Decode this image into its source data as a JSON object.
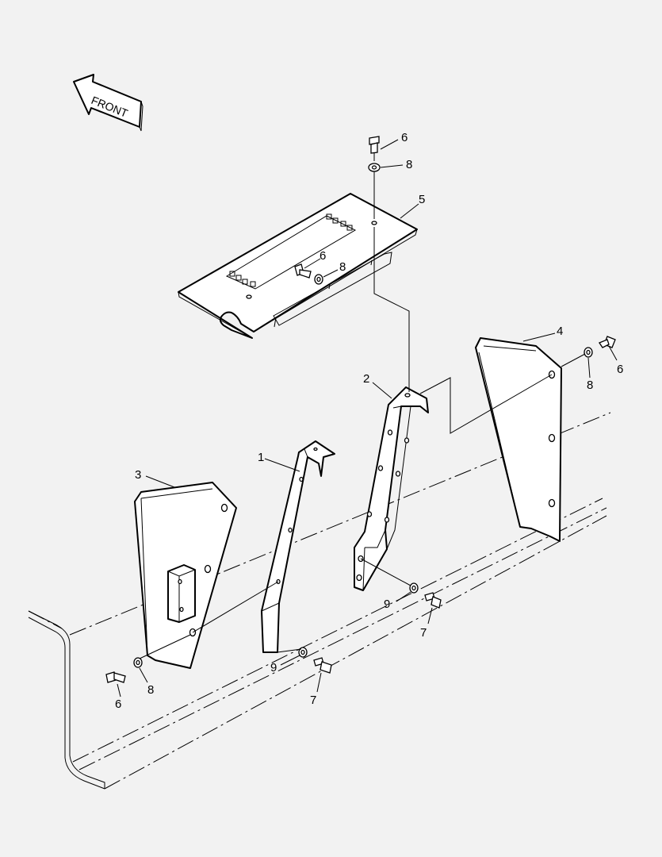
{
  "direction_label": "FRONT",
  "callouts": {
    "c1": "1",
    "c2": "2",
    "c3": "3",
    "c4": "4",
    "c5": "5",
    "c6a": "6",
    "c6b": "6",
    "c6c": "6",
    "c6d": "6",
    "c7a": "7",
    "c7b": "7",
    "c8a": "8",
    "c8b": "8",
    "c8c": "8",
    "c8d": "8",
    "c9a": "9",
    "c9b": "9"
  }
}
